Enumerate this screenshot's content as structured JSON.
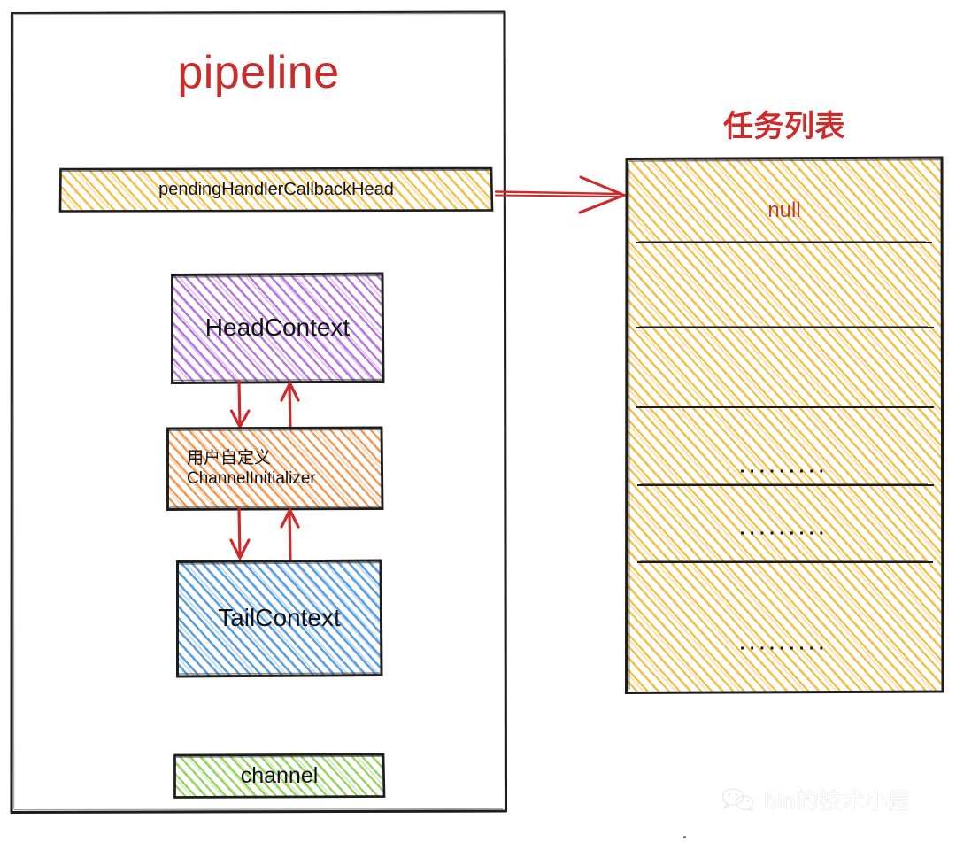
{
  "diagram": {
    "title_left": "pipeline",
    "title_right": "任务列表",
    "pipeline_boxes": [
      {
        "id": "pending-head",
        "label": "pendingHandlerCallbackHead",
        "color": "#f3ba3b",
        "hatch": "yellow"
      },
      {
        "id": "head-context",
        "label": "HeadContext",
        "color": "#b270db",
        "hatch": "purple"
      },
      {
        "id": "channel-initializer",
        "label": "用户自定义\nChannelInitializer",
        "color": "#f19249",
        "hatch": "orange"
      },
      {
        "id": "tail-context",
        "label": "TailContext",
        "color": "#4f96de",
        "hatch": "blue"
      },
      {
        "id": "channel",
        "label": "channel",
        "color": "#8ccd54",
        "hatch": "green"
      }
    ],
    "task_list": {
      "first_entry": "null",
      "ellipsis": "·········",
      "divider_count": 5,
      "ellipsis_count": 3,
      "color": "#f3ba3b"
    },
    "arrows": [
      {
        "id": "pipeline-to-tasklist",
        "direction": "right",
        "color": "#cc2b2b"
      },
      {
        "id": "head-to-initializer-down",
        "direction": "down",
        "color": "#cc2b2b"
      },
      {
        "id": "initializer-to-head-up",
        "direction": "up",
        "color": "#cc2b2b"
      },
      {
        "id": "initializer-to-tail-down",
        "direction": "down",
        "color": "#cc2b2b"
      },
      {
        "id": "tail-to-initializer-up",
        "direction": "up",
        "color": "#cc2b2b"
      }
    ],
    "accent_red": "#cc2b2b",
    "ink_black": "#1d1d1d"
  },
  "watermark": {
    "text": "bin的技术小屋",
    "icon": "wechat-icon"
  }
}
